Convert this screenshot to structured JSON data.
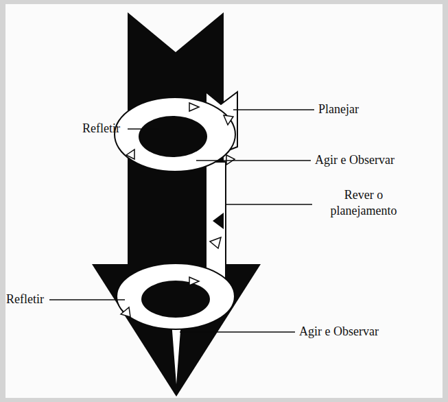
{
  "diagram": {
    "labels": [
      "Planejar",
      "Refletir",
      "Agir e Observar",
      "Rever o planejamento",
      "Refletir",
      "Agir e Observar"
    ]
  }
}
